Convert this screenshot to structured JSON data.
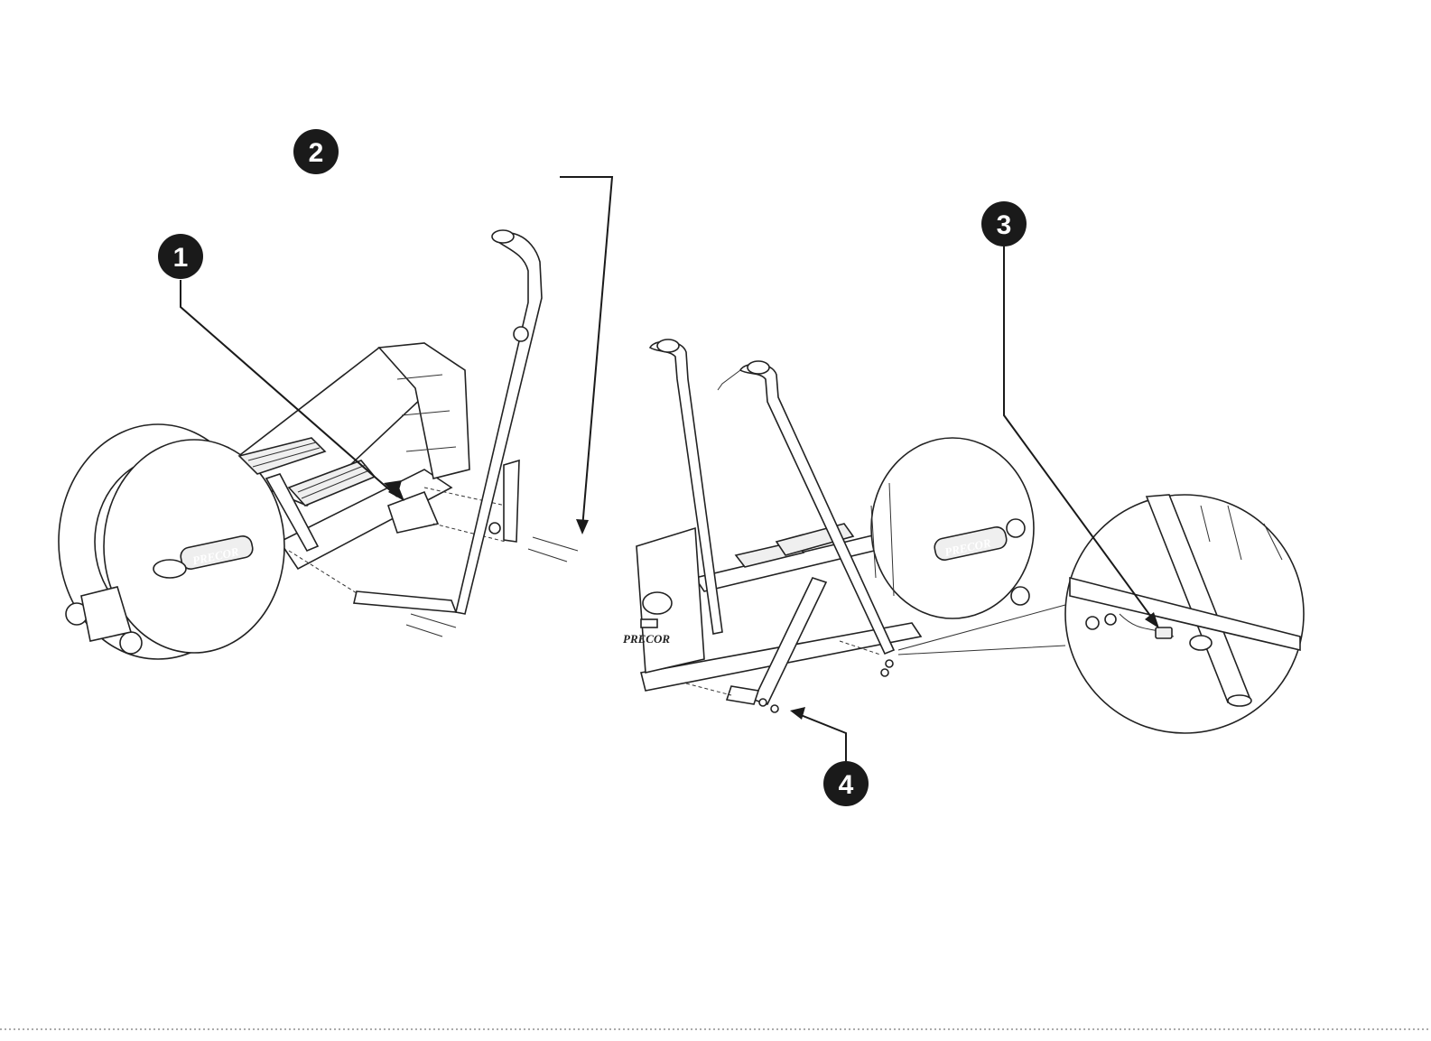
{
  "callouts": [
    {
      "id": "1",
      "label": "1"
    },
    {
      "id": "2",
      "label": "2"
    },
    {
      "id": "3",
      "label": "3"
    },
    {
      "id": "4",
      "label": "4"
    }
  ],
  "brand": {
    "logo_text": "PRECOR"
  },
  "colors": {
    "ink": "#1a1a1a",
    "callout_fill": "#1a1a1a",
    "background": "#ffffff"
  }
}
